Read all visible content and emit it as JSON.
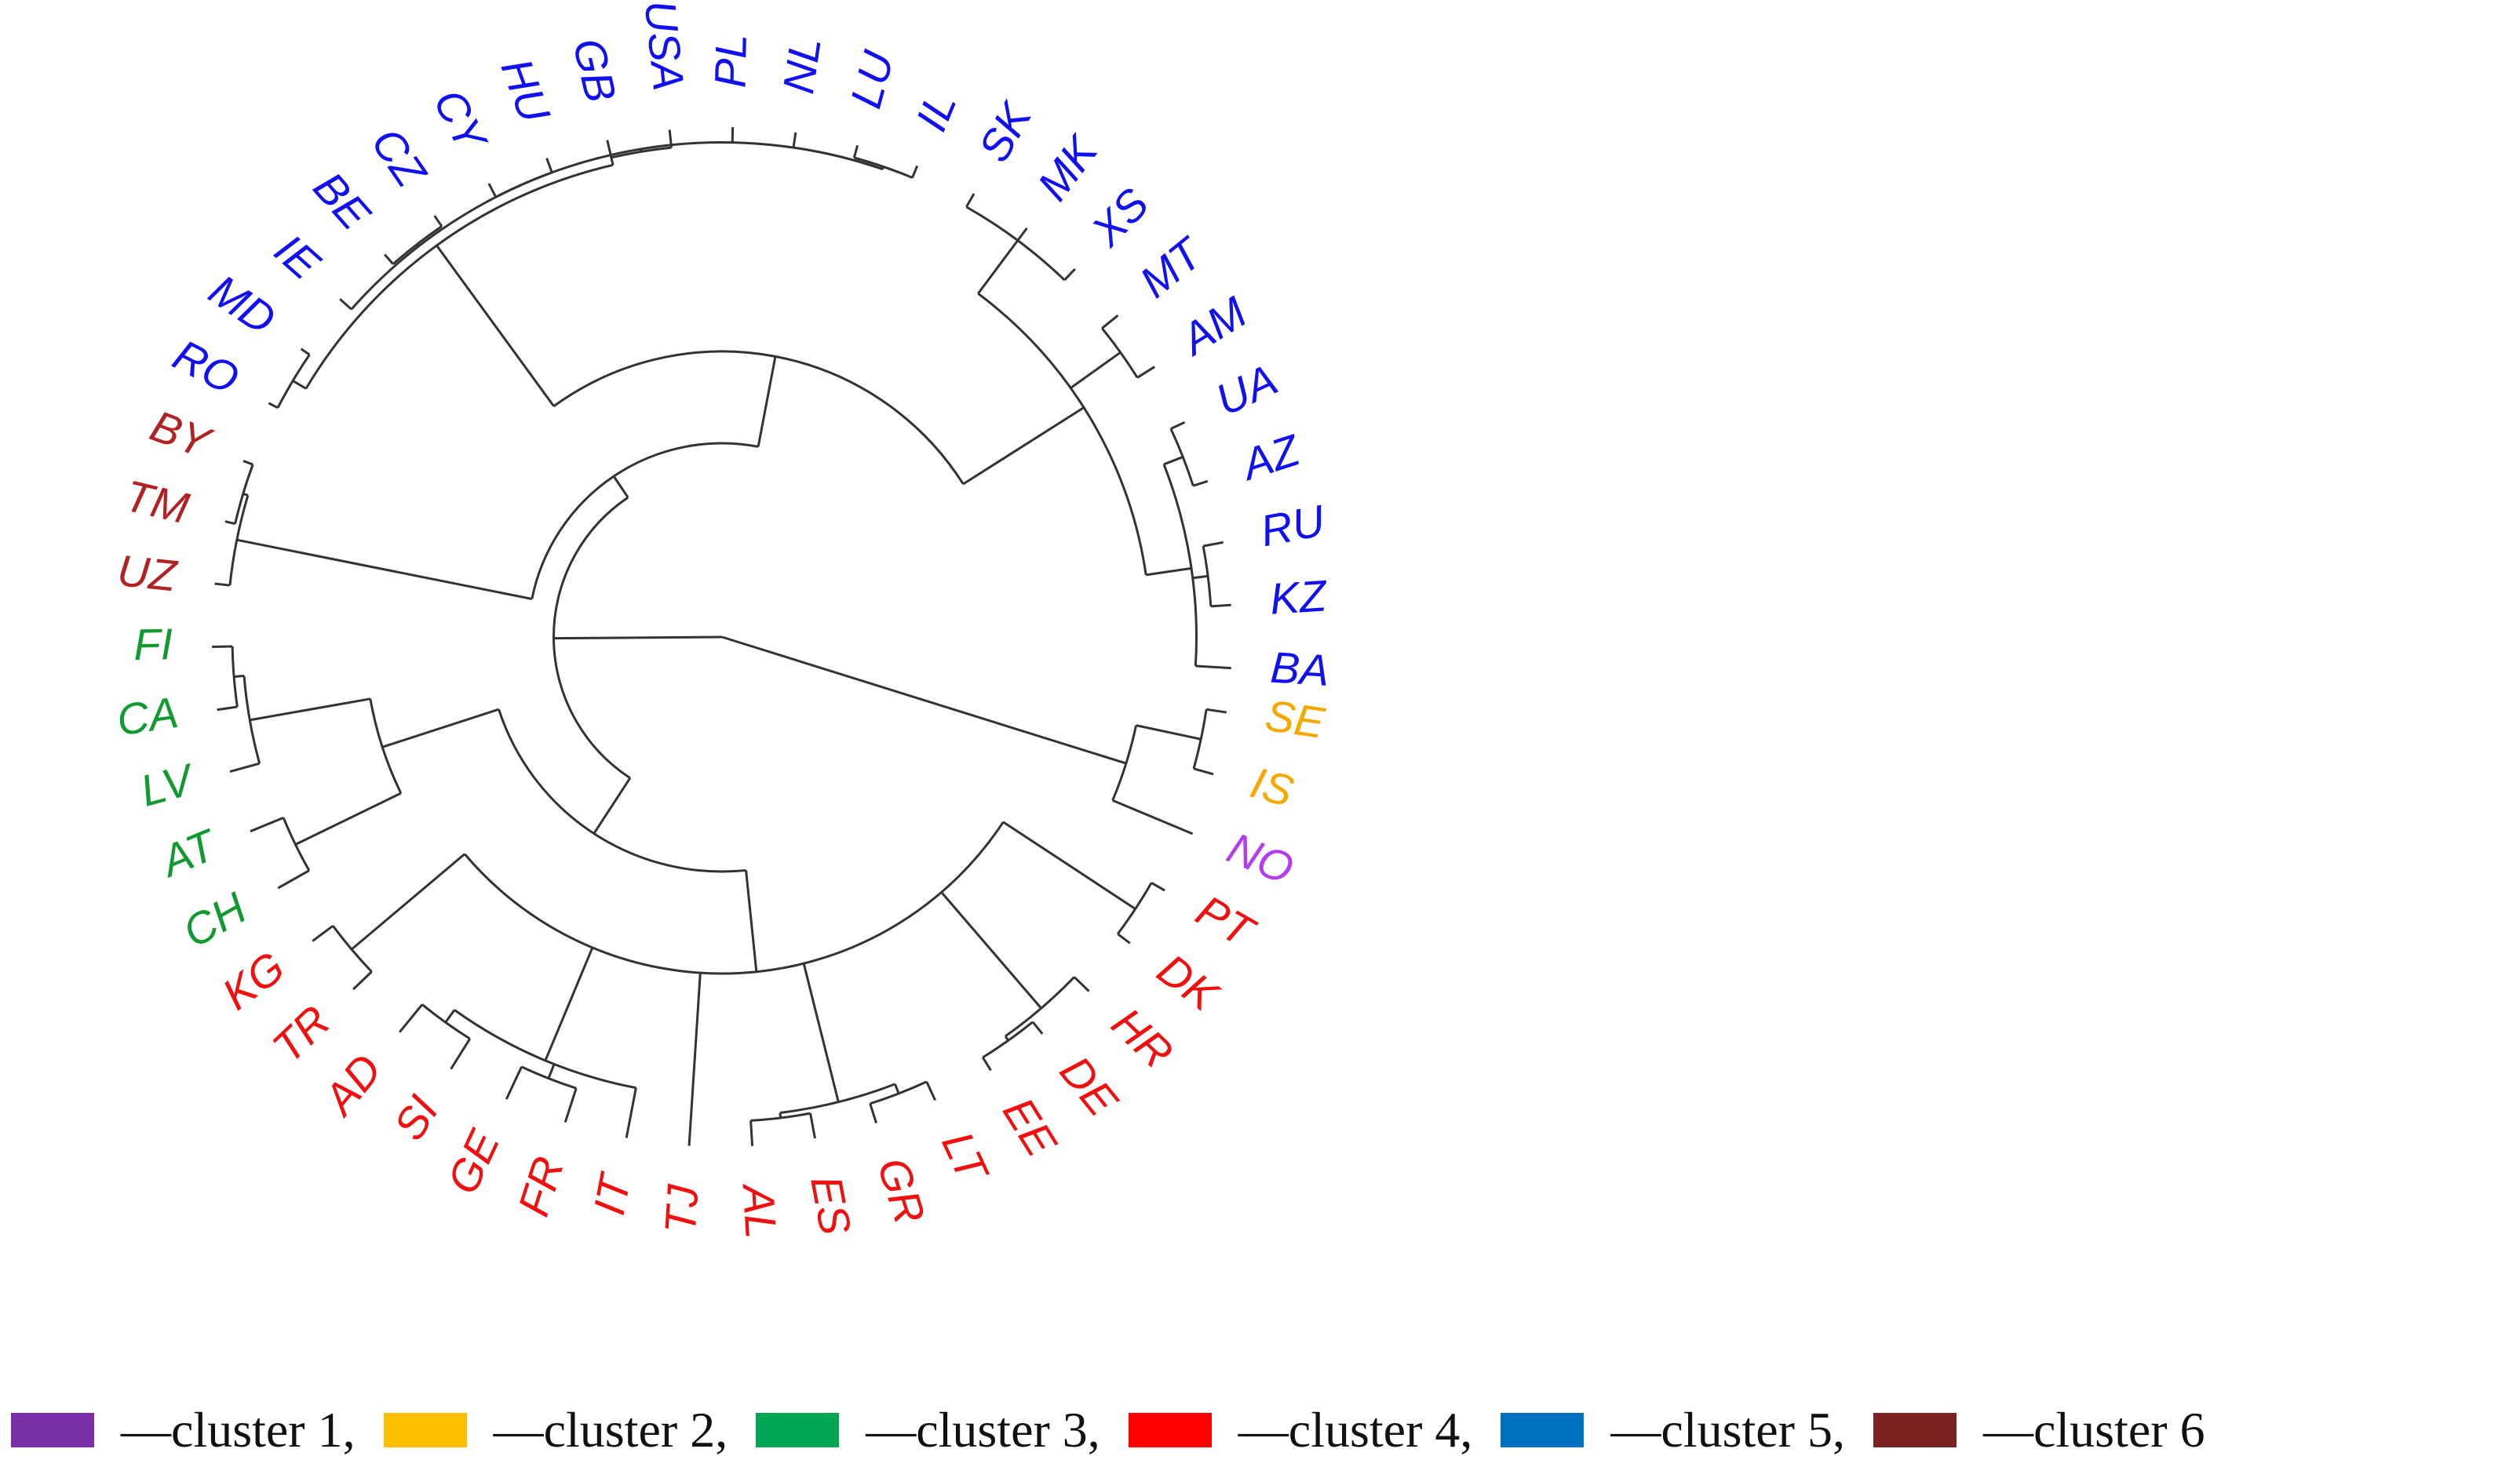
{
  "diagram": {
    "type": "circular-dendrogram",
    "line_color": "#333333",
    "leaves": [
      {
        "label": "SE",
        "color": "#F5A800"
      },
      {
        "label": "IS",
        "color": "#F5A800"
      },
      {
        "label": "NO",
        "color": "#B43CF0"
      },
      {
        "label": "PT",
        "color": "#F01010"
      },
      {
        "label": "DK",
        "color": "#F01010"
      },
      {
        "label": "HR",
        "color": "#F01010"
      },
      {
        "label": "DE",
        "color": "#F01010"
      },
      {
        "label": "EE",
        "color": "#F01010"
      },
      {
        "label": "LT",
        "color": "#F01010"
      },
      {
        "label": "GR",
        "color": "#F01010"
      },
      {
        "label": "ES",
        "color": "#F01010"
      },
      {
        "label": "AL",
        "color": "#F01010"
      },
      {
        "label": "TJ",
        "color": "#F01010"
      },
      {
        "label": "IT",
        "color": "#F01010"
      },
      {
        "label": "FR",
        "color": "#F01010"
      },
      {
        "label": "GE",
        "color": "#F01010"
      },
      {
        "label": "SI",
        "color": "#F01010"
      },
      {
        "label": "AD",
        "color": "#F01010"
      },
      {
        "label": "TR",
        "color": "#F01010"
      },
      {
        "label": "KG",
        "color": "#F01010"
      },
      {
        "label": "CH",
        "color": "#109A30"
      },
      {
        "label": "AT",
        "color": "#109A30"
      },
      {
        "label": "LV",
        "color": "#109A30"
      },
      {
        "label": "CA",
        "color": "#109A30"
      },
      {
        "label": "FI",
        "color": "#109A30"
      },
      {
        "label": "UZ",
        "color": "#B22222"
      },
      {
        "label": "TM",
        "color": "#B22222"
      },
      {
        "label": "BY",
        "color": "#B22222"
      },
      {
        "label": "RO",
        "color": "#1010F0"
      },
      {
        "label": "MD",
        "color": "#1010F0"
      },
      {
        "label": "IE",
        "color": "#1010F0"
      },
      {
        "label": "BE",
        "color": "#1010F0"
      },
      {
        "label": "CZ",
        "color": "#1010F0"
      },
      {
        "label": "CY",
        "color": "#1010F0"
      },
      {
        "label": "HU",
        "color": "#1010F0"
      },
      {
        "label": "GB",
        "color": "#1010F0"
      },
      {
        "label": "USA",
        "color": "#1010F0"
      },
      {
        "label": "PL",
        "color": "#1010F0"
      },
      {
        "label": "NL",
        "color": "#1010F0"
      },
      {
        "label": "LU",
        "color": "#1010F0"
      },
      {
        "label": "IL",
        "color": "#1010F0"
      },
      {
        "label": "SK",
        "color": "#1010F0"
      },
      {
        "label": "MK",
        "color": "#1010F0"
      },
      {
        "label": "XS",
        "color": "#1010F0"
      },
      {
        "label": "MT",
        "color": "#1010F0"
      },
      {
        "label": "AM",
        "color": "#1010F0"
      },
      {
        "label": "UA",
        "color": "#1010F0"
      },
      {
        "label": "AZ",
        "color": "#1010F0"
      },
      {
        "label": "RU",
        "color": "#1010F0"
      },
      {
        "label": "KZ",
        "color": "#1010F0"
      },
      {
        "label": "BA",
        "color": "#1010F0"
      }
    ],
    "tree": {
      "h": 0.0,
      "children": [
        {
          "h": 0.83,
          "children": [
            {
              "h": 0.96,
              "children": [
                {
                  "leaf": "SE"
                },
                {
                  "leaf": "IS"
                }
              ]
            },
            {
              "leaf": "NO"
            }
          ]
        },
        {
          "h": 0.33,
          "children": [
            {
              "h": 0.46,
              "children": [
                {
                  "h": 0.66,
                  "children": [
                    {
                      "h": 0.97,
                      "children": [
                        {
                          "leaf": "PT"
                        },
                        {
                          "leaf": "DK"
                        }
                      ]
                    },
                    {
                      "h": 0.96,
                      "children": [
                        {
                          "leaf": "HR"
                        },
                        {
                          "h": 0.97,
                          "children": [
                            {
                              "leaf": "DE"
                            },
                            {
                              "leaf": "EE"
                            }
                          ]
                        }
                      ]
                    },
                    {
                      "h": 0.94,
                      "children": [
                        {
                          "h": 0.96,
                          "children": [
                            {
                              "leaf": "LT"
                            },
                            {
                              "leaf": "GR"
                            }
                          ]
                        },
                        {
                          "h": 0.95,
                          "children": [
                            {
                              "leaf": "ES"
                            },
                            {
                              "leaf": "AL"
                            }
                          ]
                        }
                      ]
                    },
                    {
                      "leaf": "TJ"
                    },
                    {
                      "h": 0.9,
                      "children": [
                        {
                          "leaf": "IT"
                        },
                        {
                          "h": 0.93,
                          "children": [
                            {
                              "leaf": "FR"
                            },
                            {
                              "leaf": "GE"
                            }
                          ]
                        },
                        {
                          "h": 0.93,
                          "children": [
                            {
                              "leaf": "SI"
                            },
                            {
                              "leaf": "AD"
                            }
                          ]
                        }
                      ]
                    },
                    {
                      "h": 0.95,
                      "children": [
                        {
                          "leaf": "TR"
                        },
                        {
                          "leaf": "KG"
                        }
                      ]
                    }
                  ]
                },
                {
                  "h": 0.7,
                  "children": [
                    {
                      "h": 0.93,
                      "children": [
                        {
                          "leaf": "CH"
                        },
                        {
                          "leaf": "AT"
                        }
                      ]
                    },
                    {
                      "h": 0.94,
                      "children": [
                        {
                          "leaf": "LV"
                        },
                        {
                          "h": 0.96,
                          "children": [
                            {
                              "leaf": "CA"
                            },
                            {
                              "leaf": "FI"
                            }
                          ]
                        }
                      ]
                    }
                  ]
                }
              ]
            },
            {
              "h": 0.38,
              "children": [
                {
                  "h": 0.97,
                  "children": [
                    {
                      "leaf": "UZ"
                    },
                    {
                      "h": 0.98,
                      "children": [
                        {
                          "leaf": "TM"
                        },
                        {
                          "leaf": "BY"
                        }
                      ]
                    }
                  ]
                },
                {
                  "h": 0.56,
                  "children": [
                    {
                      "h": 0.95,
                      "children": [
                        {
                          "h": 0.98,
                          "children": [
                            {
                              "leaf": "RO"
                            },
                            {
                              "leaf": "MD"
                            }
                          ]
                        },
                        {
                          "h": 0.97,
                          "children": [
                            {
                              "leaf": "IE"
                            },
                            {
                              "h": 0.975,
                              "children": [
                                {
                                  "leaf": "BE"
                                },
                                {
                                  "leaf": "CZ"
                                }
                              ]
                            },
                            {
                              "h": 0.97,
                              "children": [
                                {
                                  "leaf": "CY"
                                },
                                {
                                  "leaf": "HU"
                                }
                              ]
                            },
                            {
                              "h": 0.965,
                              "children": [
                                {
                                  "leaf": "GB"
                                },
                                {
                                  "leaf": "USA"
                                }
                              ]
                            },
                            {
                              "leaf": "PL"
                            },
                            {
                              "leaf": "NL"
                            },
                            {
                              "h": 0.975,
                              "children": [
                                {
                                  "leaf": "LU"
                                },
                                {
                                  "leaf": "IL"
                                }
                              ]
                            }
                          ]
                        }
                      ]
                    },
                    {
                      "h": 0.84,
                      "children": [
                        {
                          "h": 0.97,
                          "children": [
                            {
                              "leaf": "SK"
                            },
                            {
                              "leaf": "MK"
                            },
                            {
                              "leaf": "XS"
                            }
                          ]
                        },
                        {
                          "h": 0.96,
                          "children": [
                            {
                              "leaf": "MT"
                            },
                            {
                              "leaf": "AM"
                            }
                          ]
                        },
                        {
                          "h": 0.93,
                          "children": [
                            {
                              "h": 0.97,
                              "children": [
                                {
                                  "leaf": "UA"
                                },
                                {
                                  "leaf": "AZ"
                                }
                              ]
                            },
                            {
                              "h": 0.96,
                              "children": [
                                {
                                  "leaf": "RU"
                                },
                                {
                                  "leaf": "KZ"
                                }
                              ]
                            },
                            {
                              "leaf": "BA"
                            }
                          ]
                        }
                      ]
                    }
                  ]
                }
              ]
            }
          ]
        }
      ]
    }
  },
  "legend": {
    "items": [
      {
        "label": "—cluster 1,",
        "color": "#7B2FA8"
      },
      {
        "label": "—cluster 2,",
        "color": "#FFBF00"
      },
      {
        "label": "—cluster 3,",
        "color": "#00A651"
      },
      {
        "label": "—cluster 4,",
        "color": "#FF0000"
      },
      {
        "label": "—cluster 5,",
        "color": "#0070C0"
      },
      {
        "label": "—cluster 6",
        "color": "#7B2222"
      }
    ]
  }
}
